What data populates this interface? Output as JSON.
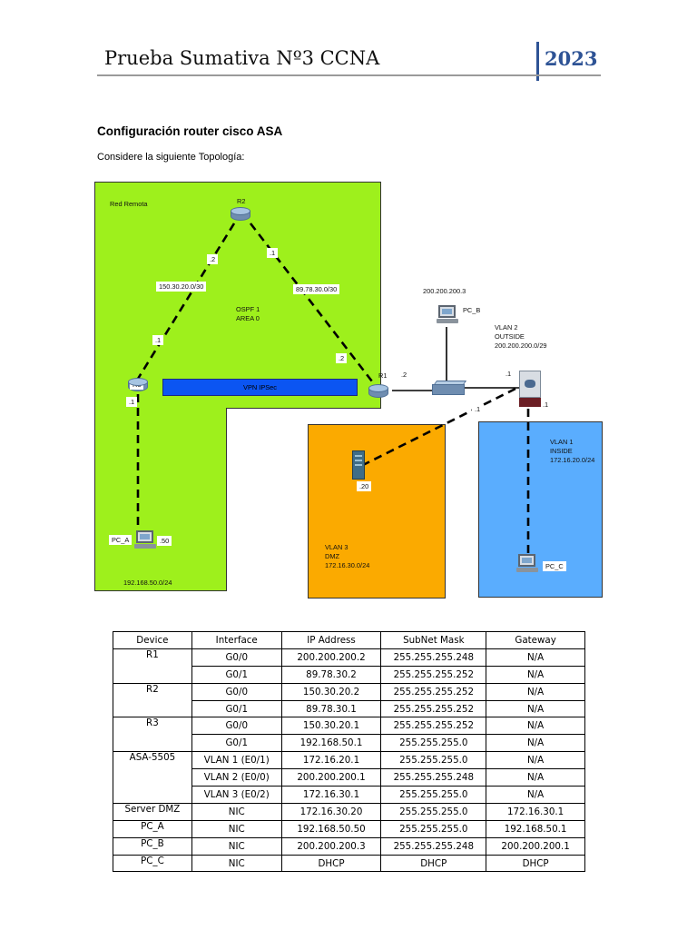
{
  "header": {
    "title": "Prueba Sumativa Nº3 CCNA",
    "year": "2023"
  },
  "section": {
    "title": "Configuración router cisco ASA",
    "intro": "Considere la siguiente Topología:"
  },
  "diagram": {
    "zone_labels": {
      "remote": "Red Remota",
      "lan": "192.168.50.0/24"
    },
    "nodes": {
      "r1": "R1",
      "r2": "R2",
      "r3": "R3",
      "pc_a": "PC_A",
      "pc_b": "PC_B",
      "pc_c": "PC_C"
    },
    "links": {
      "r2_r3_net": "150.30.20.0/30",
      "r2_r1_net": "89.78.30.0/30",
      "r2_r3_end": ".2",
      "r2_r1_end": ".1",
      "r3_r2_end": ".1",
      "r1_r2_end": ".2",
      "r3_pc_end": ".1",
      "pc_a_end": ".50",
      "r1_sw_end": ".2",
      "asa_outside_end": ".1",
      "asa_dmz_end": ".1",
      "asa_inside_end": ".1",
      "server_end": ".20"
    },
    "ospf": [
      "OSPF 1",
      "AREA 0"
    ],
    "vpn": "VPN IPSec",
    "pc_b_ip": "200.200.200.3",
    "vlan2": [
      "VLAN 2",
      "OUTSIDE",
      "200.200.200.0/29"
    ],
    "vlan1": [
      "VLAN 1",
      "INSIDE",
      "172.16.20.0/24"
    ],
    "vlan3": [
      "VLAN 3",
      "DMZ",
      "172.16.30.0/24"
    ],
    "colors": {
      "remote": "#9ef01c",
      "dmz": "#fbaa00",
      "inside": "#5aadfe",
      "vpn": "#0b55f2"
    }
  },
  "table": {
    "headers": [
      "Device",
      "Interface",
      "IP Address",
      "SubNet Mask",
      "Gateway"
    ],
    "groups": [
      {
        "device": "R1",
        "rows": [
          [
            "G0/0",
            "200.200.200.2",
            "255.255.255.248",
            "N/A"
          ],
          [
            "G0/1",
            "89.78.30.2",
            "255.255.255.252",
            "N/A"
          ]
        ]
      },
      {
        "device": "R2",
        "rows": [
          [
            "G0/0",
            "150.30.20.2",
            "255.255.255.252",
            "N/A"
          ],
          [
            "G0/1",
            "89.78.30.1",
            "255.255.255.252",
            "N/A"
          ]
        ]
      },
      {
        "device": "R3",
        "rows": [
          [
            "G0/0",
            "150.30.20.1",
            "255.255.255.252",
            "N/A"
          ],
          [
            "G0/1",
            "192.168.50.1",
            "255.255.255.0",
            "N/A"
          ]
        ]
      },
      {
        "device": "ASA-5505",
        "rows": [
          [
            "VLAN 1 (E0/1)",
            "172.16.20.1",
            "255.255.255.0",
            "N/A"
          ],
          [
            "VLAN 2 (E0/0)",
            "200.200.200.1",
            "255.255.255.248",
            "N/A"
          ],
          [
            "VLAN 3 (E0/2)",
            "172.16.30.1",
            "255.255.255.0",
            "N/A"
          ]
        ]
      },
      {
        "device": "Server DMZ",
        "rows": [
          [
            "NIC",
            "172.16.30.20",
            "255.255.255.0",
            "172.16.30.1"
          ]
        ]
      },
      {
        "device": "PC_A",
        "rows": [
          [
            "NIC",
            "192.168.50.50",
            "255.255.255.0",
            "192.168.50.1"
          ]
        ]
      },
      {
        "device": "PC_B",
        "rows": [
          [
            "NIC",
            "200.200.200.3",
            "255.255.255.248",
            "200.200.200.1"
          ]
        ]
      },
      {
        "device": "PC_C",
        "rows": [
          [
            "NIC",
            "DHCP",
            "DHCP",
            "DHCP"
          ]
        ]
      }
    ]
  }
}
